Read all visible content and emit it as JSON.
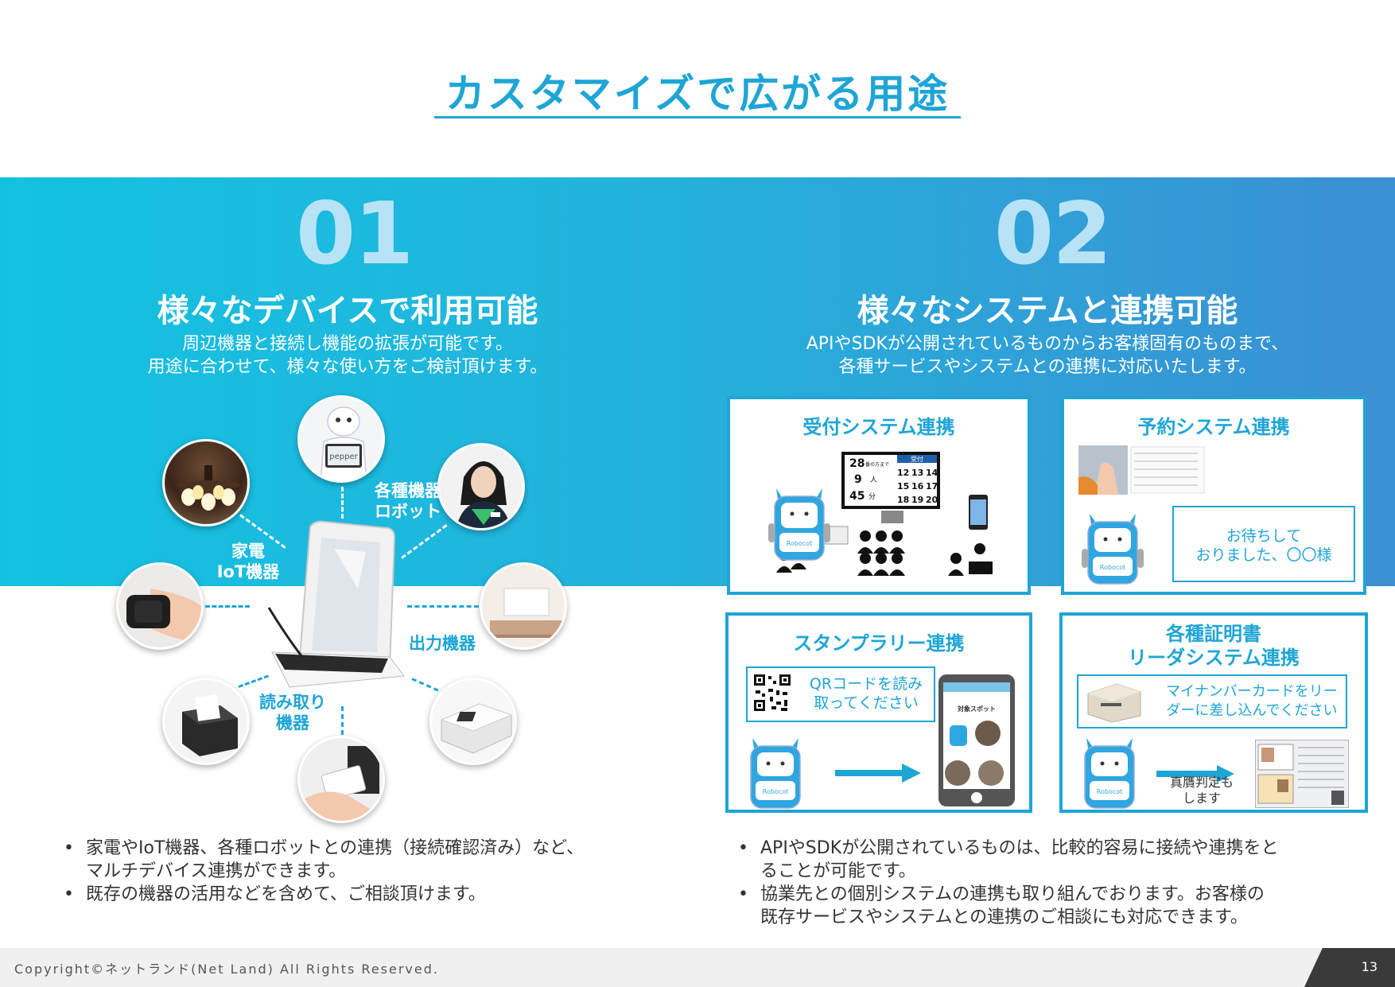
{
  "page": {
    "title": "カスタマイズで広がる用途",
    "footer_copyright": "Copyright©ネットランド(Net Land) All Rights Reserved.",
    "page_number": "13"
  },
  "colors": {
    "accent": "#1ea5d6",
    "band_start": "#13c2e1",
    "band_end": "#3b8fd3",
    "number": "#b8e3f5"
  },
  "left": {
    "number": "01",
    "title": "様々なデバイスで利用可能",
    "desc_line1": "周辺機器と接続し機能の拡張が可能です。",
    "desc_line2": "用途に合わせて、様々な使い方をご検討頂けます。",
    "labels": {
      "robot_line1": "各種機器",
      "robot_line2": "ロボット",
      "iot_line1": "家電",
      "iot_line2": "IoT機器",
      "output": "出力機器",
      "reader_line1": "読み取り",
      "reader_line2": "機器"
    },
    "pepper_text": "pepper",
    "bullets": [
      "家電やIoT機器、各種ロボットとの連携（接続確認済み）など、",
      "マルチデバイス連携ができます。",
      "既存の機器の活用などを含めて、ご相談頂けます。"
    ]
  },
  "right": {
    "number": "02",
    "title": "様々なシステムと連携可能",
    "desc_line1": "APIやSDKが公開されているものからお客様固有のものまで、",
    "desc_line2": "各種サービスやシステムとの連携に対応いたします。",
    "cards": {
      "reception": {
        "title": "受付システム連携",
        "board_head": "受付",
        "board_nums": [
          "28",
          "9",
          "45"
        ],
        "board_units": [
          "番の方まで",
          "人",
          "分"
        ],
        "board_grid": [
          "12",
          "13",
          "14",
          "15",
          "16",
          "17",
          "18",
          "19",
          "20"
        ]
      },
      "reservation": {
        "title": "予約システム連携",
        "bubble_line1": "お待ちして",
        "bubble_line2": "おりました、〇〇様"
      },
      "stamp": {
        "title": "スタンプラリー連携",
        "bubble_line1": "QRコードを読み",
        "bubble_line2": "取ってください",
        "phone_label": "対象スポット"
      },
      "certificate": {
        "title_line1": "各種証明書",
        "title_line2": "リーダシステム連携",
        "bubble_line1": "マイナンバーカードをリー",
        "bubble_line2": "ダーに差し込んでください",
        "verify_line1": "真贋判定も",
        "verify_line2": "します"
      }
    },
    "robot_name": "Robocot",
    "bullets": [
      "APIやSDKが公開されているものは、比較的容易に接続や連携をと",
      "ることが可能です。",
      "協業先との個別システムの連携も取り組んでおります。お客様の",
      "既存サービスやシステムとの連携のご相談にも対応できます。"
    ]
  }
}
